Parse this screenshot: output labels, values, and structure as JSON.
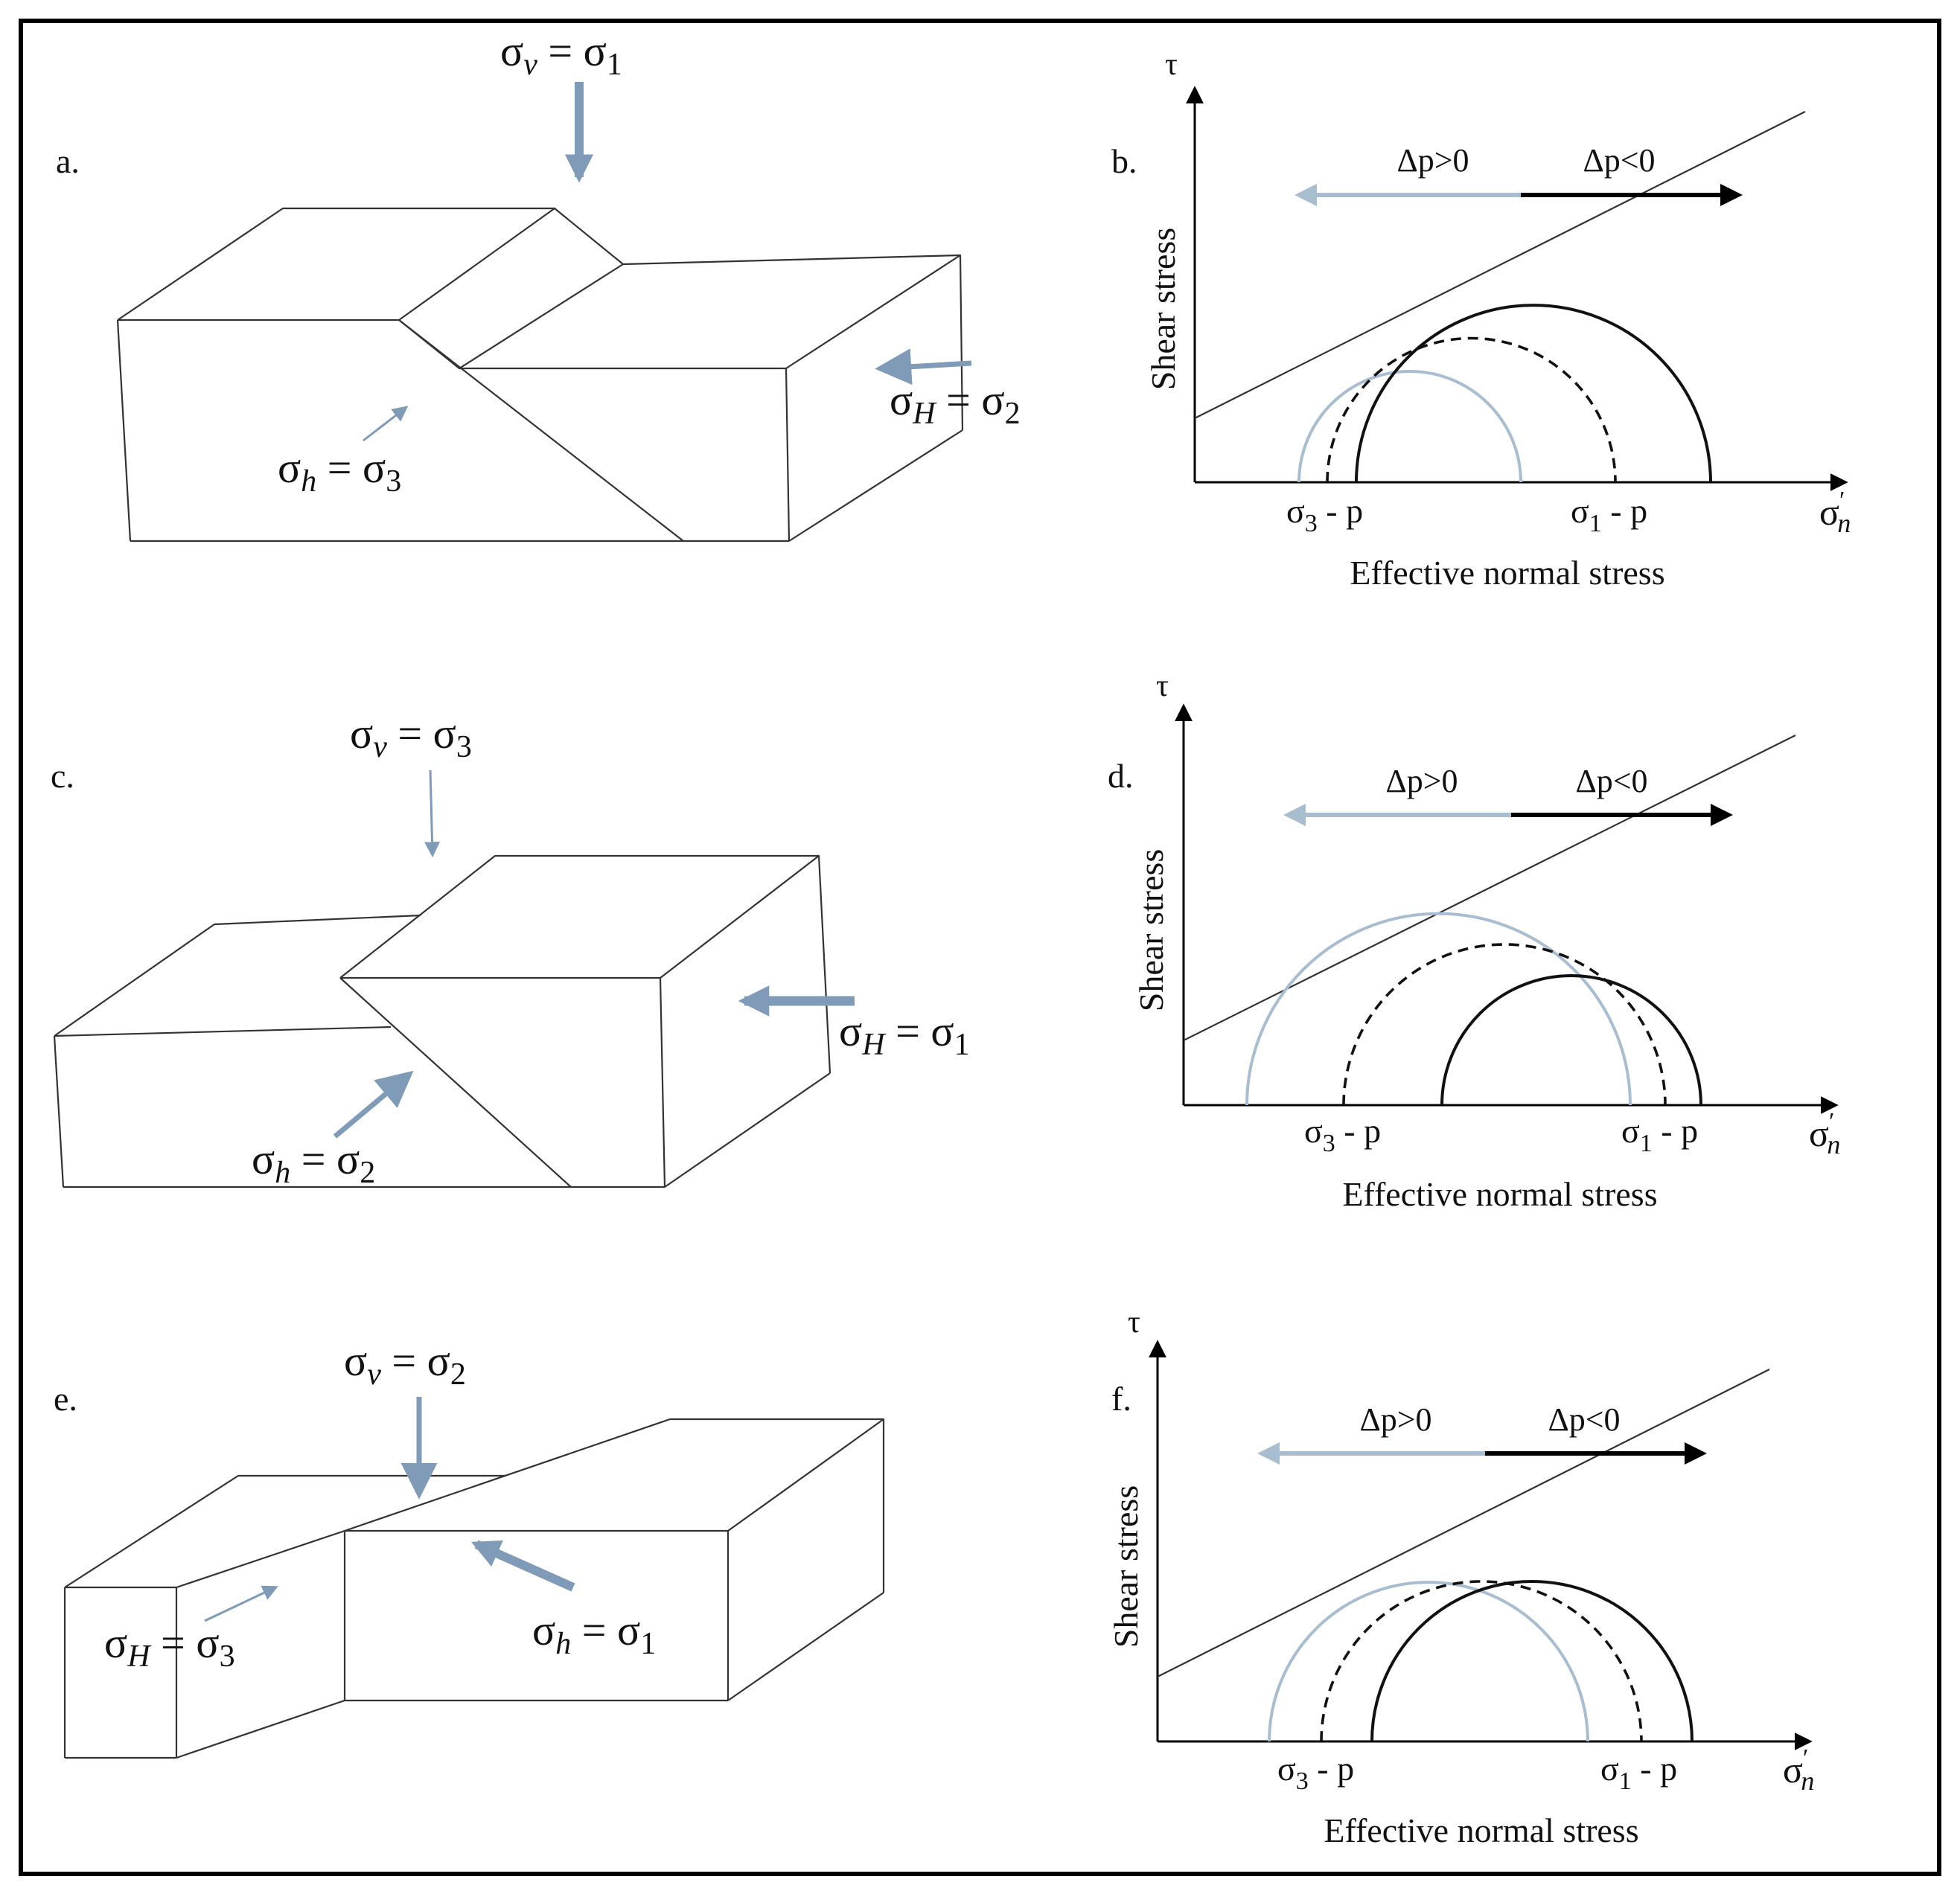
{
  "colors": {
    "stress_arrow": "#7f9bb8",
    "light_circle": "#a9bdd1",
    "dark": "#111111",
    "frame": "#000000"
  },
  "blocks": [
    {
      "panel_letter": "a.",
      "vertical_symbol": "σ",
      "vertical_sub": "v",
      "vertical_rhs": " = σ",
      "vertical_rhs_sub": "1",
      "hmax_symbol": "σ",
      "hmax_sub": "H",
      "hmax_rhs": " = σ",
      "hmax_rhs_sub": "2",
      "hmin_symbol": "σ",
      "hmin_sub": "h",
      "hmin_rhs": " = σ",
      "hmin_rhs_sub": "3"
    },
    {
      "panel_letter": "c.",
      "vertical_symbol": "σ",
      "vertical_sub": "v",
      "vertical_rhs": " = σ",
      "vertical_rhs_sub": "3",
      "hmax_symbol": "σ",
      "hmax_sub": "H",
      "hmax_rhs": " = σ",
      "hmax_rhs_sub": "1",
      "hmin_symbol": "σ",
      "hmin_sub": "h",
      "hmin_rhs": " = σ",
      "hmin_rhs_sub": "2"
    },
    {
      "panel_letter": "e.",
      "vertical_symbol": "σ",
      "vertical_sub": "v",
      "vertical_rhs": " = σ",
      "vertical_rhs_sub": "2",
      "hmax_symbol": "σ",
      "hmax_sub": "H",
      "hmax_rhs": " = σ",
      "hmax_rhs_sub": "3",
      "hmin_symbol": "σ",
      "hmin_sub": "h",
      "hmin_rhs": " = σ",
      "hmin_rhs_sub": "1"
    }
  ],
  "mohr_panels": [
    {
      "panel_letter": "b.",
      "y_axis_symbol": "τ",
      "y_axis_label": "Shear stress",
      "x_axis_label": "Effective normal stress",
      "x_axis_symbol": "σ",
      "x_axis_prime": "′",
      "x_axis_sub": "n",
      "sigma3_label": "σ",
      "sigma3_sub": "3",
      "sigma3_tail": " - p",
      "sigma1_label": "σ",
      "sigma1_sub": "1",
      "sigma1_tail": " - p",
      "dp_increase": "Δp>0",
      "dp_decrease": "Δp<0"
    },
    {
      "panel_letter": "d.",
      "y_axis_symbol": "τ",
      "y_axis_label": "Shear stress",
      "x_axis_label": "Effective normal stress",
      "x_axis_symbol": "σ",
      "x_axis_prime": "′",
      "x_axis_sub": "n",
      "sigma3_label": "σ",
      "sigma3_sub": "3",
      "sigma3_tail": " - p",
      "sigma1_label": "σ",
      "sigma1_sub": "1",
      "sigma1_tail": " - p",
      "dp_increase": "Δp>0",
      "dp_decrease": "Δp<0"
    },
    {
      "panel_letter": "f.",
      "y_axis_symbol": "τ",
      "y_axis_label": "Shear stress",
      "x_axis_label": "Effective normal stress",
      "x_axis_symbol": "σ",
      "x_axis_prime": "′",
      "x_axis_sub": "n",
      "sigma3_label": "σ",
      "sigma3_sub": "3",
      "sigma3_tail": " - p",
      "sigma1_label": "σ",
      "sigma1_sub": "1",
      "sigma1_tail": " - p",
      "dp_increase": "Δp>0",
      "dp_decrease": "Δp<0"
    }
  ]
}
